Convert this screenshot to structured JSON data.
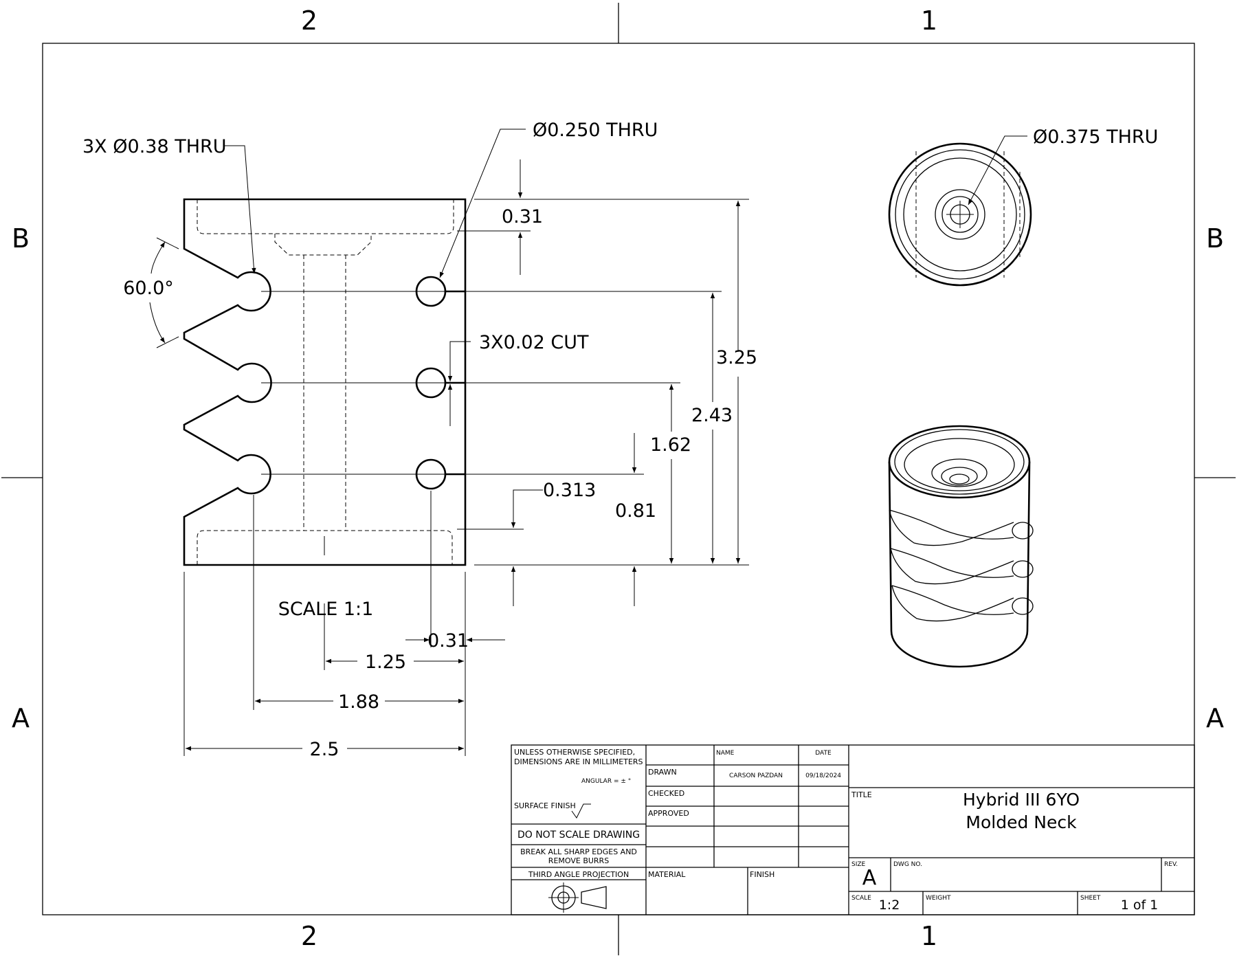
{
  "zones": {
    "col_left": "2",
    "col_right": "1",
    "row_top": "B",
    "row_bottom": "A"
  },
  "front_view": {
    "callout_holes": "3X Ø0.38 THRU",
    "callout_small_hole": "Ø0.250 THRU",
    "callout_cut": "3X0.02 CUT",
    "angle": "60.0°",
    "dim_031_top": "0.31",
    "dim_325": "3.25",
    "dim_243": "2.43",
    "dim_162": "1.62",
    "dim_081": "0.81",
    "dim_0313": "0.313",
    "dim_031_side": "0.31",
    "dim_125": "1.25",
    "dim_188": "1.88",
    "dim_25": "2.5",
    "scale_label": "SCALE 1:1"
  },
  "top_view": {
    "callout": "Ø0.375 THRU"
  },
  "title_block": {
    "notes_line1": "UNLESS OTHERWISE SPECIFIED,",
    "notes_line2": "DIMENSIONS ARE IN MILLIMETERS",
    "angular": "ANGULAR = ± °",
    "surface_finish": "SURFACE FINISH",
    "do_not_scale": "DO NOT SCALE DRAWING",
    "break_edges_1": "BREAK ALL SHARP EDGES AND",
    "break_edges_2": "REMOVE BURRS",
    "projection": "THIRD ANGLE PROJECTION",
    "hdr_name": "NAME",
    "hdr_date": "DATE",
    "drawn_label": "DRAWN",
    "drawn_name": "CARSON PAZDAN",
    "drawn_date": "09/18/2024",
    "checked_label": "CHECKED",
    "approved_label": "APPROVED",
    "material_label": "MATERIAL",
    "finish_label": "FINISH",
    "title_label": "TITLE",
    "title_line1": "Hybrid III 6YO",
    "title_line2": "Molded Neck",
    "size_label": "SIZE",
    "size_value": "A",
    "dwg_no_label": "DWG NO.",
    "rev_label": "REV.",
    "scale_label": "SCALE",
    "scale_value": "1:2",
    "weight_label": "WEIGHT",
    "sheet_label": "SHEET",
    "sheet_value": "1 of 1"
  }
}
